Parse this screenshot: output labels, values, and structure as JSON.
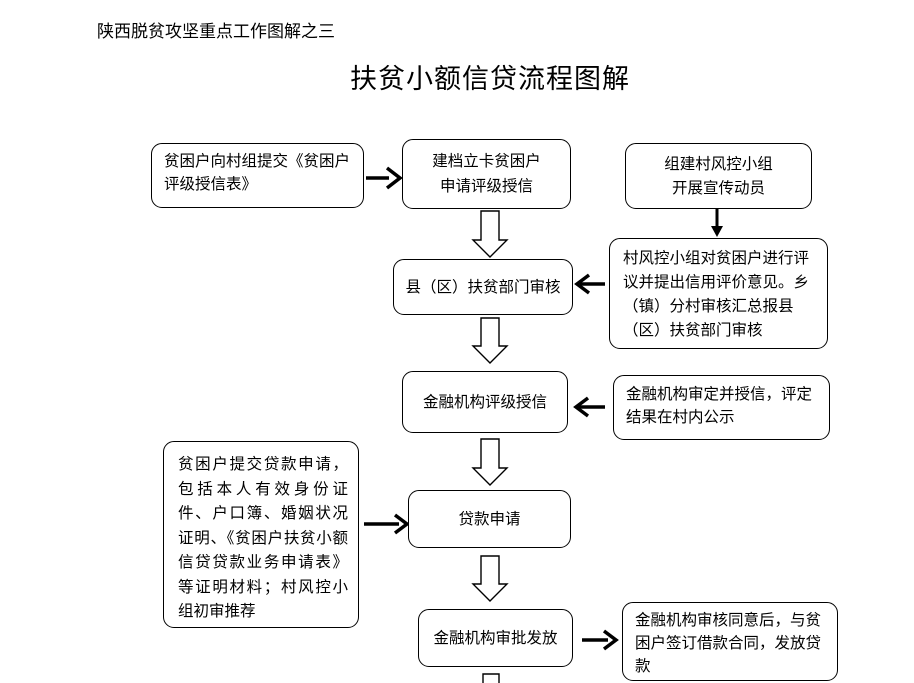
{
  "header": {
    "subtitle": "陕西脱贫攻坚重点工作图解之三",
    "title": "扶贫小额信贷流程图解"
  },
  "nodes": {
    "submit_form": "贫困户向村组提交《贫困户评级授信表》",
    "archive": "建档立卡贫困户\n申请评级授信",
    "risk_group": "组建村风控小组\n开展宣传动员",
    "village_review": "村风控小组对贫困户进行评议并提出信用评价意见。乡（镇）分村审核汇总报县（区）扶贫部门审核",
    "county_review": "县（区）扶贫部门审核",
    "credit_rating": "金融机构评级授信",
    "bank_approve_credit": "金融机构审定并授信，评定结果在村内公示",
    "loan_materials": "贫困户提交贷款申请，包括本人有效身份证件、户口簿、婚姻状况证明、《贫困户扶贫小额信贷贷款业务申请表》等证明材料；村风控小组初审推荐",
    "loan_apply": "贷款申请",
    "approval": "金融机构审批发放",
    "contract": "金融机构审核同意后，与贫困户签订借款合同，发放贷款"
  }
}
